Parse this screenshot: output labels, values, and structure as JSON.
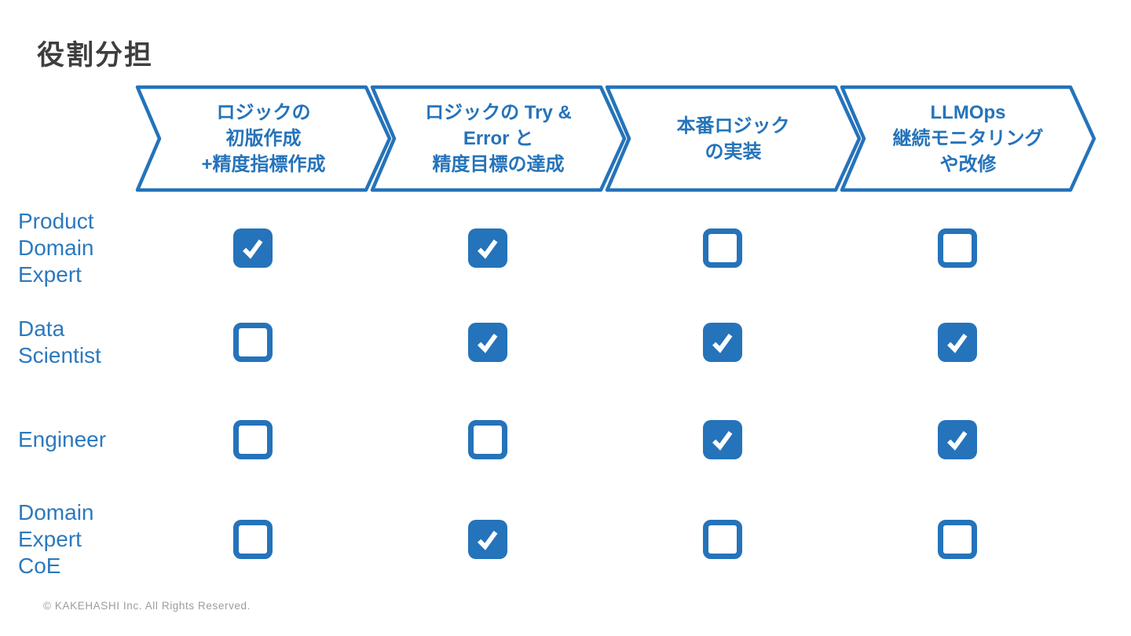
{
  "title": "役割分担",
  "colors": {
    "accent": "#2573BA",
    "label_text": "#2B79BE",
    "title_text": "#3E3E3E",
    "footer_text": "#9C9C9C"
  },
  "phases": [
    {
      "text": "ロジックの\n初版作成\n+精度指標作成"
    },
    {
      "text": "ロジックの Try &\nError と\n精度目標の達成"
    },
    {
      "text": "本番ロジック\nの実装"
    },
    {
      "text": "LLMOps\n継続モニタリング\nや改修"
    }
  ],
  "roles": [
    {
      "label": "Product\nDomain\nExpert",
      "checks": [
        true,
        true,
        false,
        false
      ]
    },
    {
      "label": "Data\nScientist",
      "checks": [
        false,
        true,
        true,
        true
      ]
    },
    {
      "label": "Engineer",
      "checks": [
        false,
        false,
        true,
        true
      ]
    },
    {
      "label": "Domain\nExpert\nCoE",
      "checks": [
        false,
        true,
        false,
        false
      ]
    }
  ],
  "footer": "© KAKEHASHI Inc. All Rights Reserved."
}
